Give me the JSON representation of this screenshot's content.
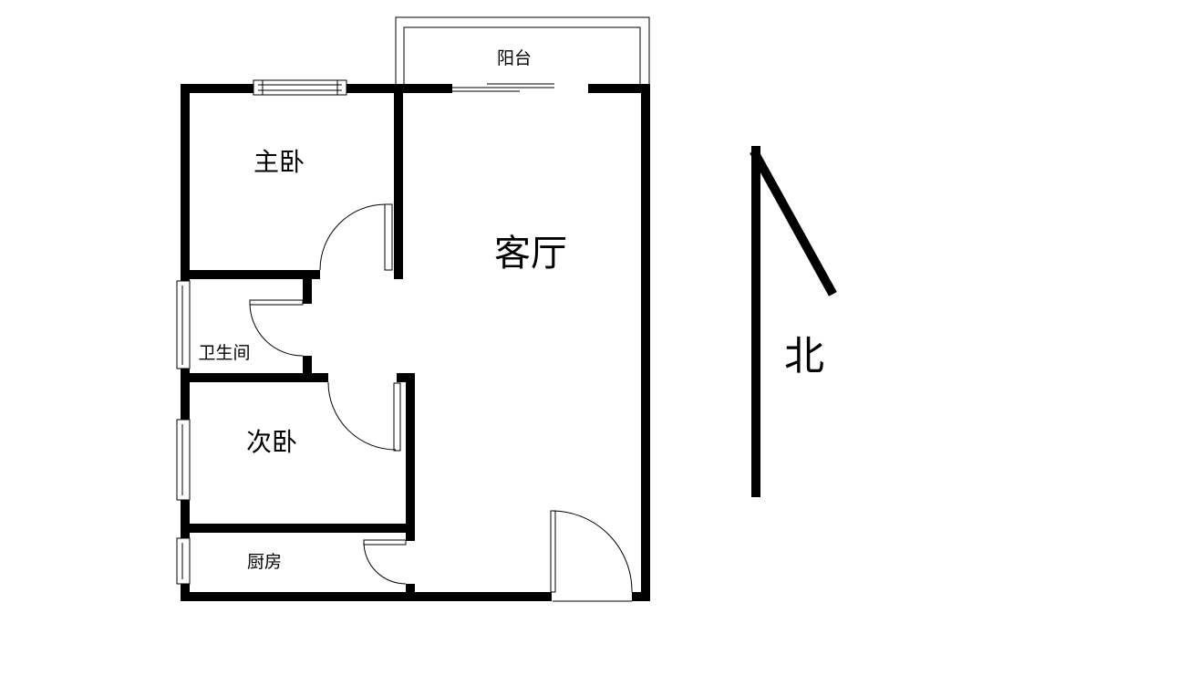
{
  "rooms": {
    "balcony": "阳台",
    "master_bedroom": "主卧",
    "living_room": "客厅",
    "bathroom": "卫生间",
    "second_bedroom": "次卧",
    "kitchen": "厨房"
  },
  "compass": {
    "label": "北",
    "icon": "north-arrow-icon"
  },
  "colors": {
    "wall": "#000000",
    "background": "#ffffff"
  }
}
